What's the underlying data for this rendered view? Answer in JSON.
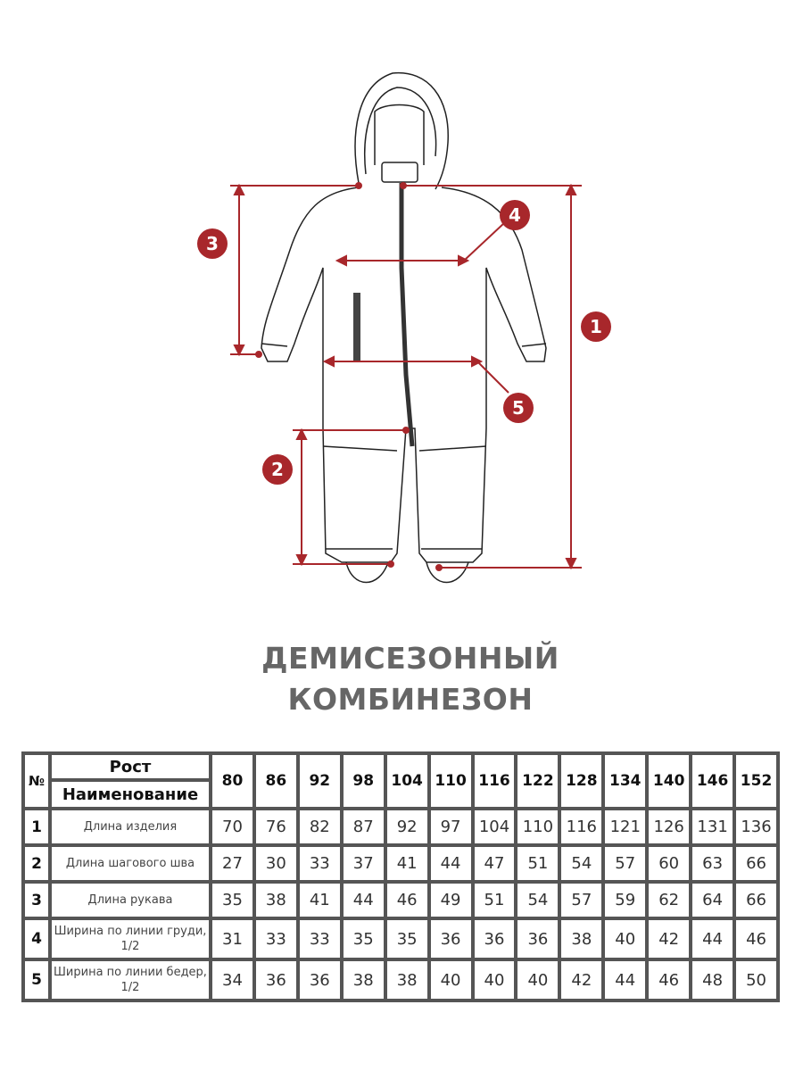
{
  "colors": {
    "accent": "#a8272b",
    "title": "#666666",
    "grid": "#555555"
  },
  "diagram": {
    "badges": [
      "1",
      "2",
      "3",
      "4",
      "5"
    ]
  },
  "title": {
    "line1": "ДЕМИСЕЗОННЫЙ",
    "line2": "КОМБИНЕЗОН"
  },
  "table": {
    "no_header": "№",
    "height_header": "Рост",
    "name_header": "Наименование",
    "sizes": [
      "80",
      "86",
      "92",
      "98",
      "104",
      "110",
      "116",
      "122",
      "128",
      "134",
      "140",
      "146",
      "152"
    ],
    "rows": [
      {
        "no": "1",
        "name": "Длина изделия",
        "values": [
          "70",
          "76",
          "82",
          "87",
          "92",
          "97",
          "104",
          "110",
          "116",
          "121",
          "126",
          "131",
          "136"
        ]
      },
      {
        "no": "2",
        "name": "Длина шагового шва",
        "values": [
          "27",
          "30",
          "33",
          "37",
          "41",
          "44",
          "47",
          "51",
          "54",
          "57",
          "60",
          "63",
          "66"
        ]
      },
      {
        "no": "3",
        "name": "Длина рукава",
        "values": [
          "35",
          "38",
          "41",
          "44",
          "46",
          "49",
          "51",
          "54",
          "57",
          "59",
          "62",
          "64",
          "66"
        ]
      },
      {
        "no": "4",
        "name": "Ширина по линии груди, 1/2",
        "values": [
          "31",
          "33",
          "33",
          "35",
          "35",
          "36",
          "36",
          "36",
          "38",
          "40",
          "42",
          "44",
          "46"
        ]
      },
      {
        "no": "5",
        "name": "Ширина по линии бедер, 1/2",
        "values": [
          "34",
          "36",
          "36",
          "38",
          "38",
          "40",
          "40",
          "40",
          "42",
          "44",
          "46",
          "48",
          "50"
        ]
      }
    ]
  }
}
